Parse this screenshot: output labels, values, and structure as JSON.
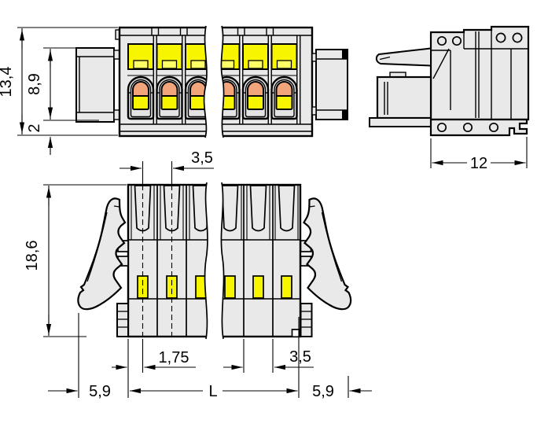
{
  "drawing": {
    "title": "terminal-block-connector-dimension-drawing",
    "views": {
      "front": "front-view",
      "side": "side-view",
      "bottom": "bottom-view"
    },
    "dimensions": {
      "front_total_height": "13,4",
      "front_body_height": "8,9",
      "front_base_height": "2",
      "side_width": "12",
      "bottom_total_depth": "18,6",
      "pitch_top": "3,5",
      "half_pitch": "1,75",
      "pitch_right": "3,5",
      "latch_overhang_left": "5,9",
      "total_length": "L",
      "latch_overhang_right": "5,9"
    },
    "colors": {
      "body": "#e9e9e9",
      "body_shade": "#e3e3e3",
      "lever_yellow": "#f8f500",
      "lever_notch_yellow": "#ffff66",
      "button_orange": "#f2a47a",
      "outline": "#000000",
      "background": "#ffffff"
    }
  }
}
